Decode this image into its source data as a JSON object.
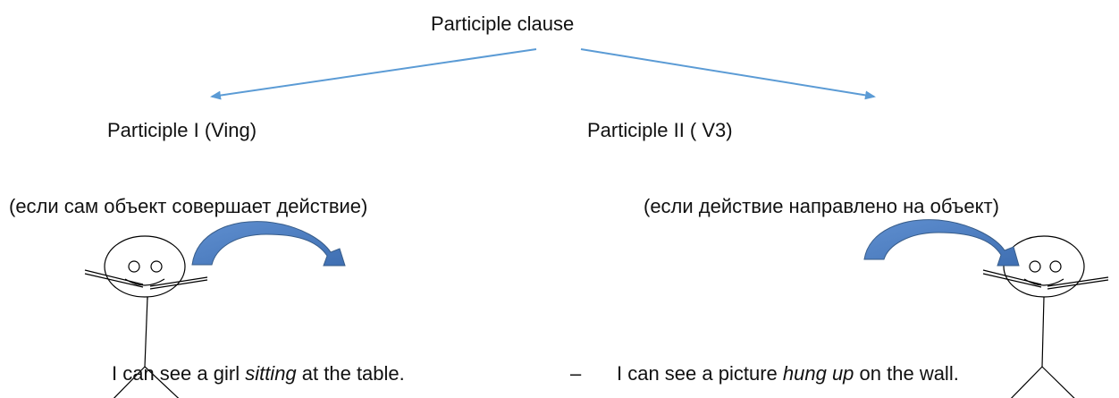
{
  "title": "Participle clause",
  "left": {
    "heading": "Participle I (Ving)",
    "description": "(если сам объект совершает действие)",
    "example": {
      "before": "I can see a girl ",
      "emphasis": "sitting",
      "after": " at the table."
    }
  },
  "right": {
    "heading": "Participle II ( V3)",
    "description": "(если действие направлено на объект)",
    "example": {
      "before": "I can see a picture ",
      "emphasis": "hung up",
      "after": " on the wall."
    }
  },
  "separator": "–",
  "colors": {
    "arrow_line": "#5b9bd5",
    "curved_arrow_fill": "#4f81bd",
    "curved_arrow_stroke": "#385d8a",
    "figure_stroke": "#000000"
  }
}
